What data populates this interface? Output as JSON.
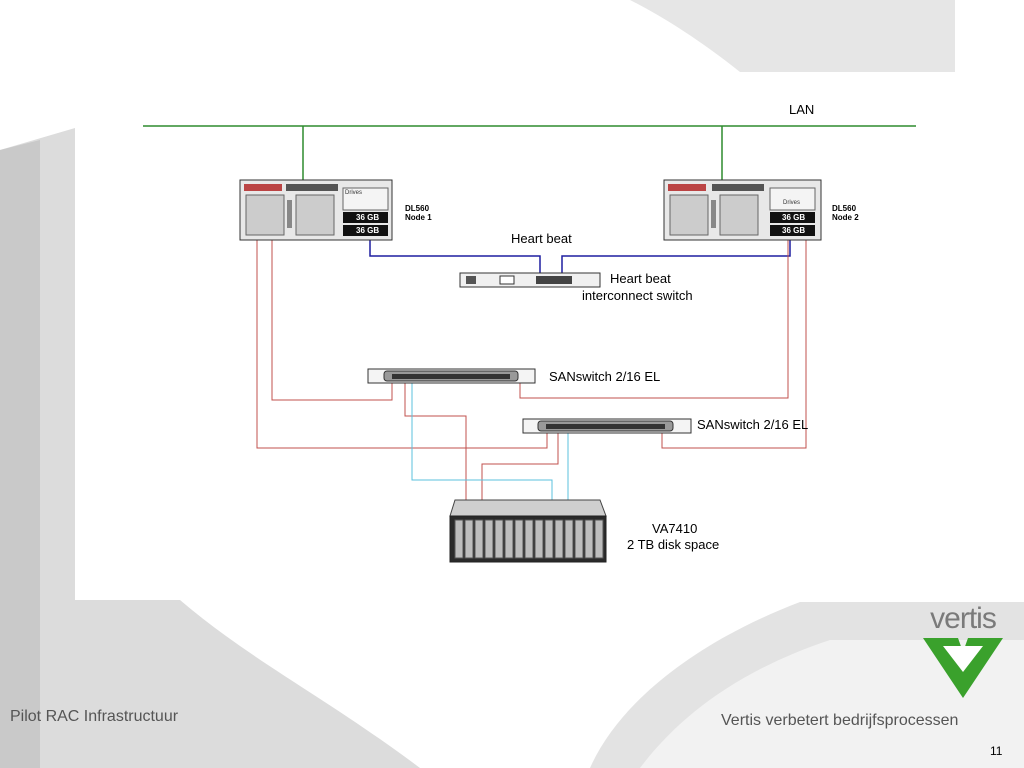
{
  "network": {
    "lan_label": "LAN",
    "node1": {
      "model": "DL560",
      "name": "Node 1",
      "disk1": "36 GB",
      "disk2": "36 GB",
      "drives_label": "Drives"
    },
    "node2": {
      "model": "DL560",
      "name": "Node 2",
      "disk1": "36 GB",
      "disk2": "36 GB",
      "drives_label": "Drives"
    },
    "heartbeat_label": "Heart beat",
    "hb_switch_line1": "Heart beat",
    "hb_switch_line2": "interconnect switch",
    "san_switch1": "SANswitch 2/16 EL",
    "san_switch2": "SANswitch 2/16 EL",
    "storage_line1": "VA7410",
    "storage_line2": "2 TB disk space"
  },
  "footer": {
    "left": "Pilot RAC Infrastructuur",
    "right": "Vertis verbetert bedrijfsprocessen",
    "page_number": "11"
  },
  "logo": {
    "text": "vertis"
  },
  "colors": {
    "lan": "#2e8b2e",
    "heartbeat": "#1f1fa0",
    "fibre_red": "#c0504d",
    "fibre_cyan": "#5bc0de",
    "logo_green": "#3aa12c"
  }
}
